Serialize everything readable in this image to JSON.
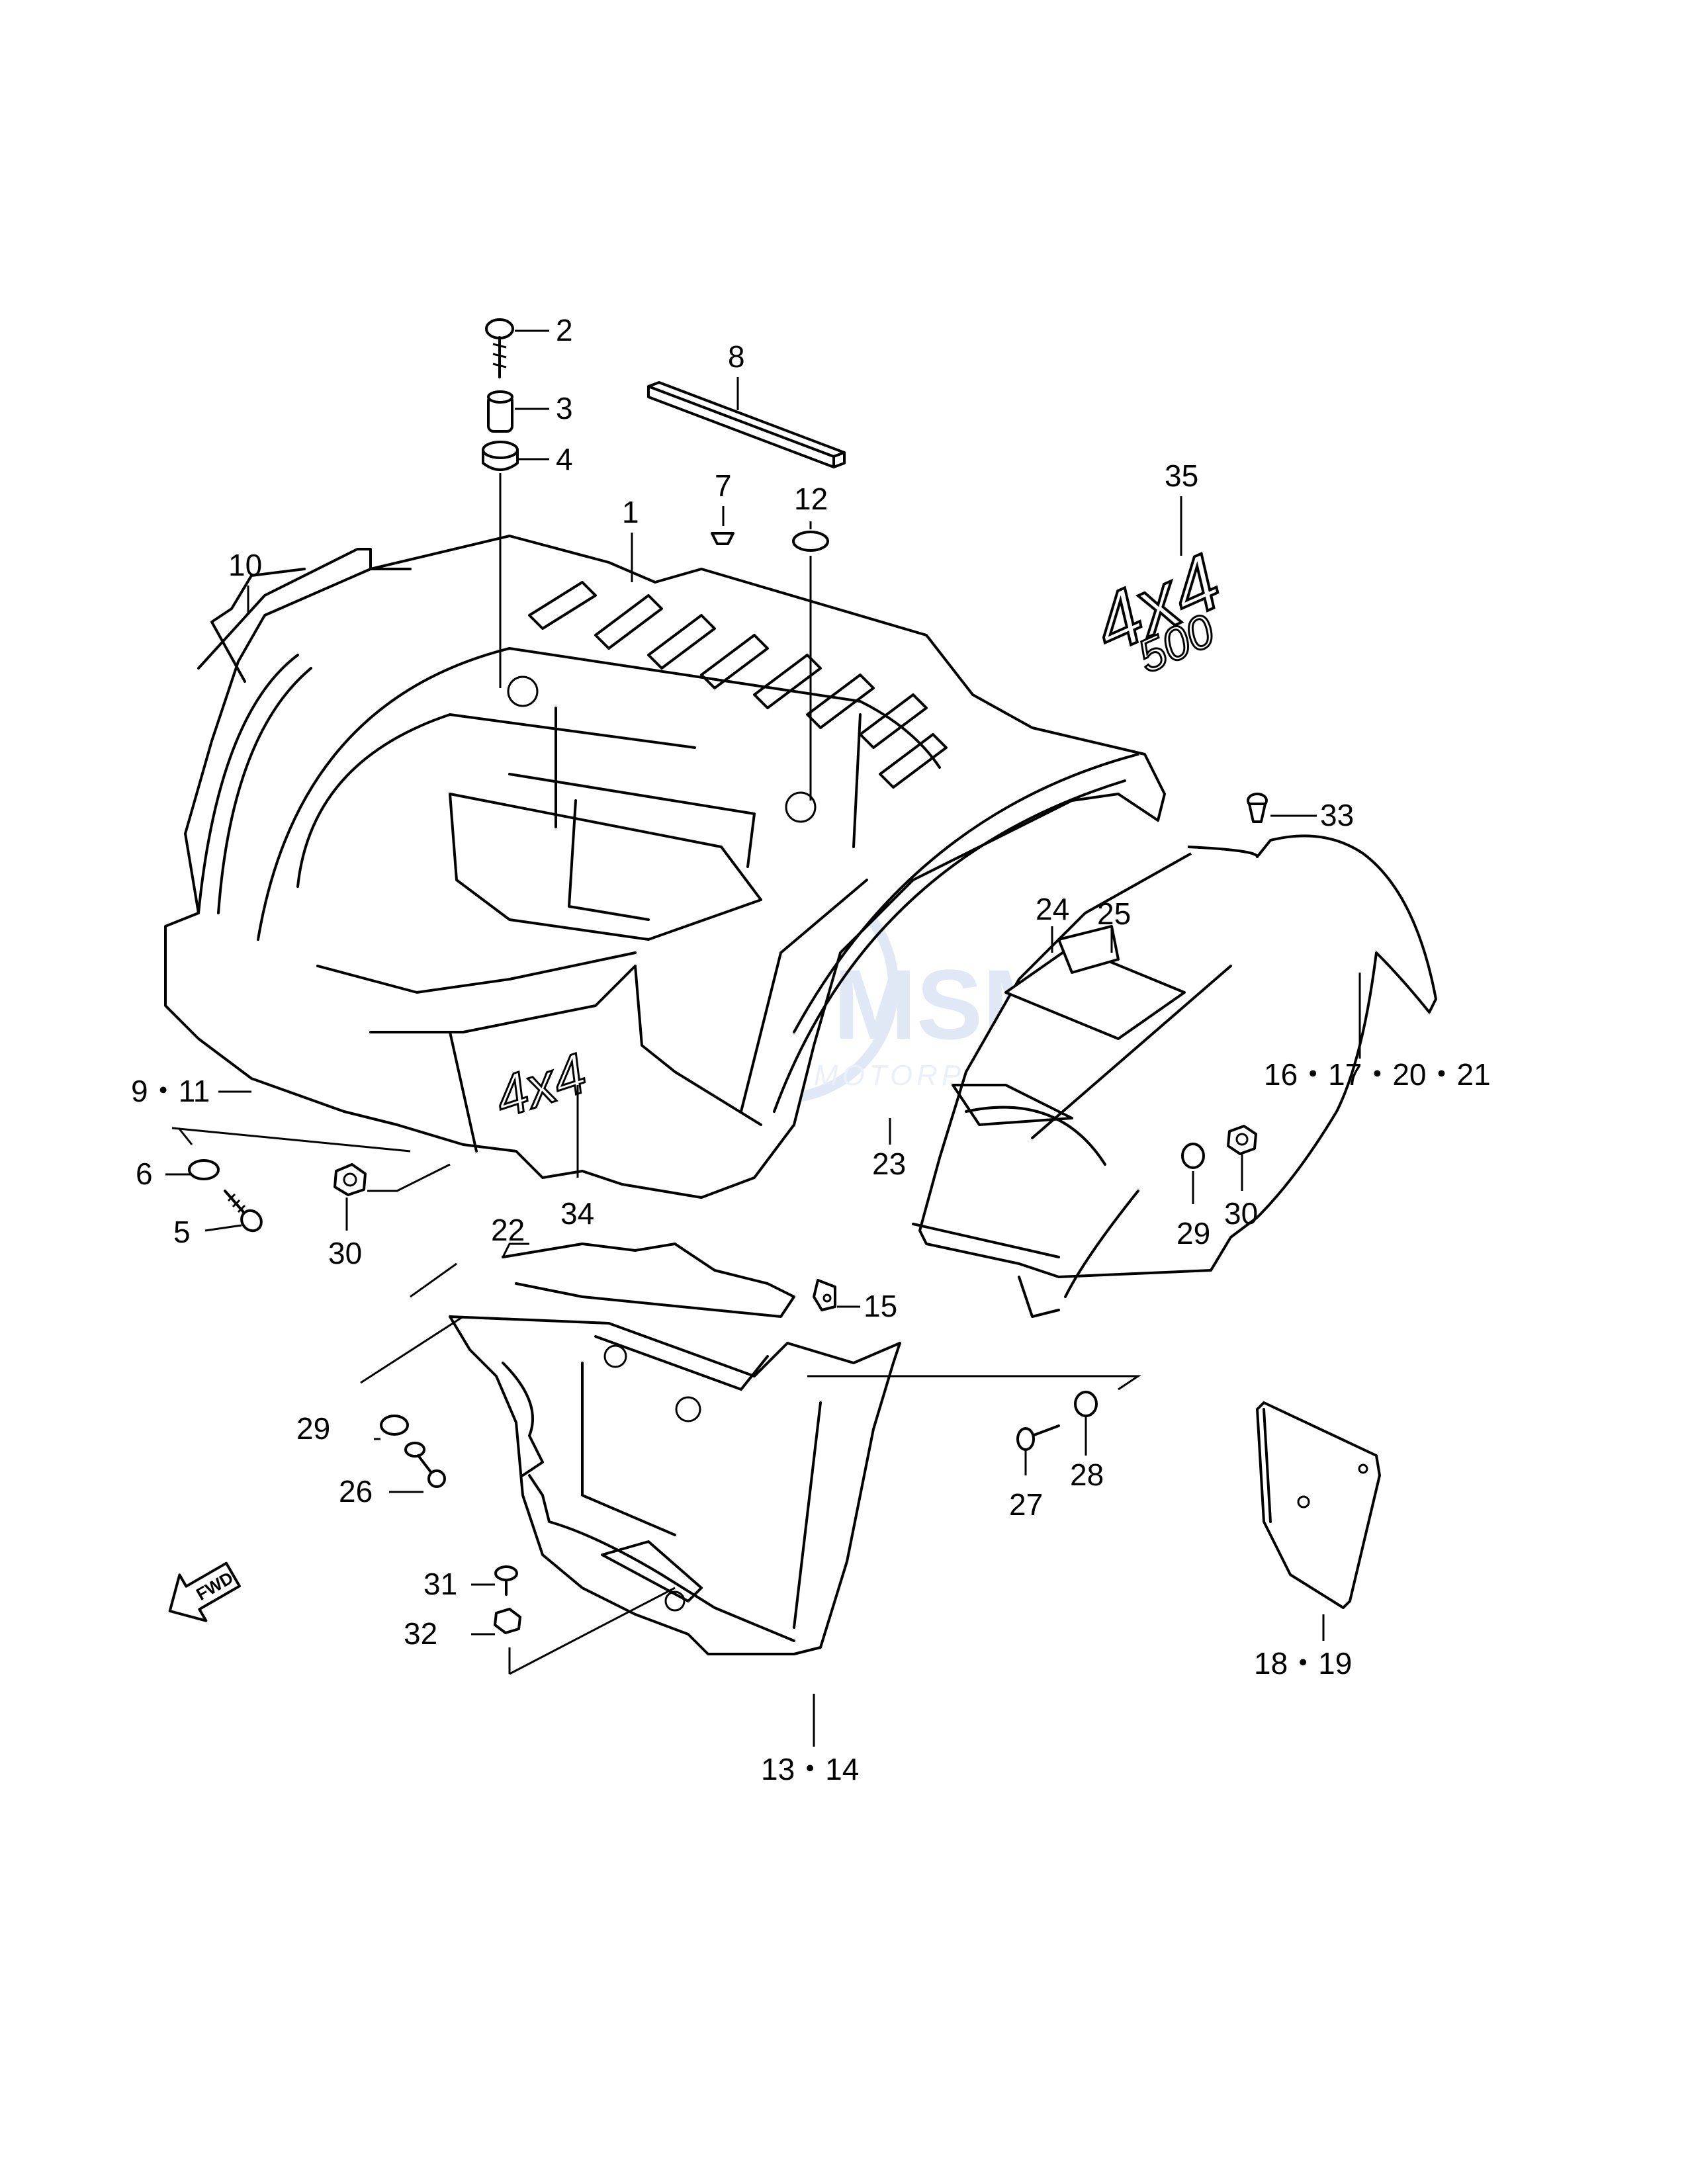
{
  "diagram": {
    "callouts": [
      {
        "id": "c2",
        "text": "2"
      },
      {
        "id": "c3",
        "text": "3"
      },
      {
        "id": "c4",
        "text": "4"
      },
      {
        "id": "c8",
        "text": "8"
      },
      {
        "id": "c1",
        "text": "1"
      },
      {
        "id": "c7",
        "text": "7"
      },
      {
        "id": "c12",
        "text": "12"
      },
      {
        "id": "c35",
        "text": "35"
      },
      {
        "id": "c10",
        "text": "10"
      },
      {
        "id": "c33",
        "text": "33"
      },
      {
        "id": "c24",
        "text": "24"
      },
      {
        "id": "c25",
        "text": "25"
      },
      {
        "id": "c16",
        "text": "16・17・20・21"
      },
      {
        "id": "c9",
        "text": "9・11"
      },
      {
        "id": "c23",
        "text": "23"
      },
      {
        "id": "c6",
        "text": "6"
      },
      {
        "id": "c5",
        "text": "5"
      },
      {
        "id": "c30a",
        "text": "30"
      },
      {
        "id": "c34",
        "text": "34"
      },
      {
        "id": "c29a",
        "text": "29"
      },
      {
        "id": "c30b",
        "text": "30"
      },
      {
        "id": "c22",
        "text": "22"
      },
      {
        "id": "c15",
        "text": "15"
      },
      {
        "id": "c29b",
        "text": "29"
      },
      {
        "id": "c26",
        "text": "26"
      },
      {
        "id": "c27",
        "text": "27"
      },
      {
        "id": "c28",
        "text": "28"
      },
      {
        "id": "c31",
        "text": "31"
      },
      {
        "id": "c32",
        "text": "32"
      },
      {
        "id": "c18",
        "text": "18・19"
      },
      {
        "id": "c13",
        "text": "13・14"
      }
    ],
    "decal_text": "4x4",
    "emblem_text_top": "4x4",
    "emblem_text_bottom": "500",
    "fwd_text": "FWD",
    "watermark_main": "MSM",
    "watermark_sub": "MOTORPARTS"
  }
}
